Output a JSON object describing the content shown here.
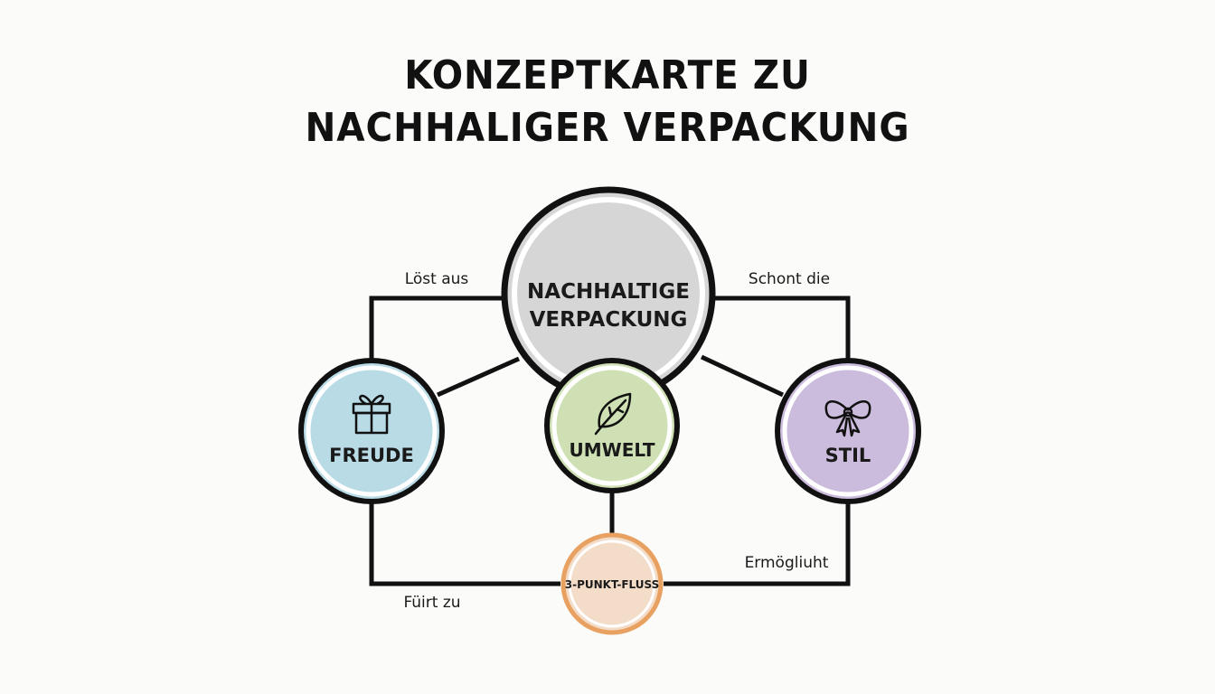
{
  "title": {
    "line1": "KONZEPTKARTE ZU",
    "line2": "NACHHALIGER VERPACKUNG"
  },
  "nodes": {
    "center": {
      "line1": "NACHHALTIGE",
      "line2": "VERPACKUNG",
      "fill": "#d6d6d6",
      "stroke": "#111111"
    },
    "freude": {
      "label": "FREUDE",
      "icon": "gift-icon",
      "fill": "#b9dbe6",
      "stroke": "#111111"
    },
    "umwelt": {
      "label": "UMWELT",
      "icon": "leaf-icon",
      "fill": "#cfe1b4",
      "stroke": "#111111"
    },
    "stil": {
      "label": "STIL",
      "icon": "bow-icon",
      "fill": "#cbbbdc",
      "stroke": "#111111"
    },
    "flow": {
      "label": "3-PUNKT-FLUSS",
      "fill": "#f3dcc8",
      "stroke": "#e8a160"
    }
  },
  "edges": {
    "loest_aus": "Löst aus",
    "schont_die": "Schont die",
    "fuehrt_zu": "Füirt zu",
    "ermoeglicht": "Ermögliuht"
  }
}
